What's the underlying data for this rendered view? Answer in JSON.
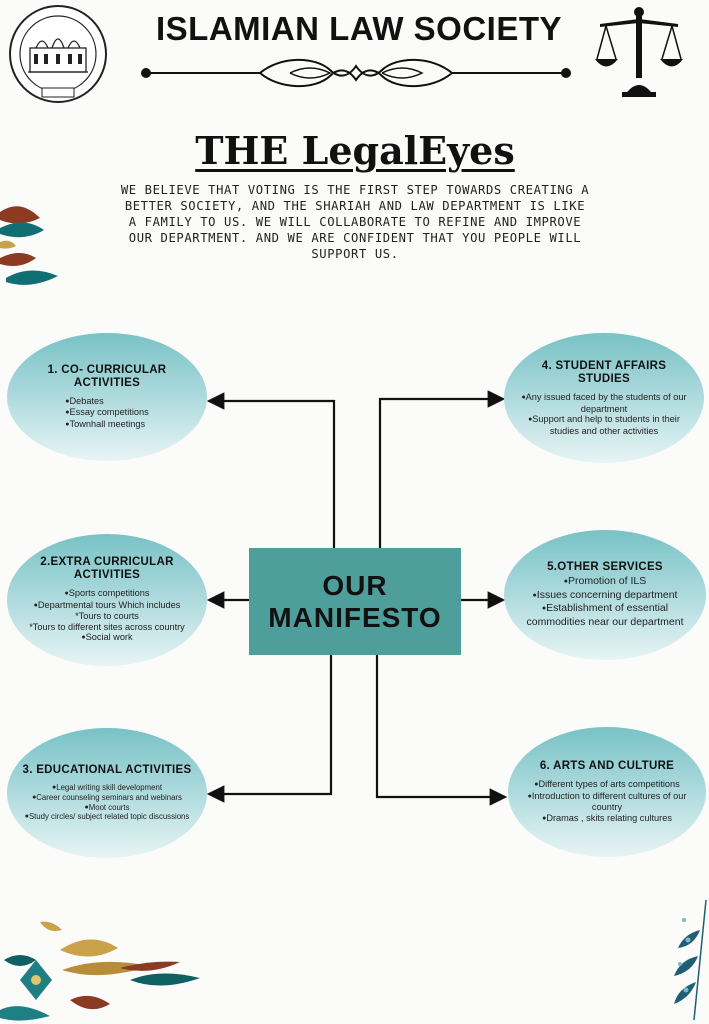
{
  "header": {
    "title": "ISLAMIAN LAW SOCIETY",
    "logo_icon": "college-emblem-icon",
    "scales_icon": "scales-of-justice-icon"
  },
  "subtitle": "THE LegalEyes",
  "intro": "WE BELIEVE THAT VOTING IS THE FIRST STEP TOWARDS CREATING A BETTER SOCIETY, AND THE SHARIAH AND LAW DEPARTMENT IS LIKE A FAMILY TO US. WE WILL COLLABORATE TO REFINE AND IMPROVE OUR DEPARTMENT. AND WE ARE CONFIDENT THAT YOU PEOPLE WILL SUPPORT US.",
  "center": "OUR\nMANIFESTO",
  "colors": {
    "center_box": "#4e9e9c",
    "ellipse_top": "#78c2c6",
    "ellipse_bottom": "#e7f4f5"
  },
  "sections": [
    {
      "heading": "1. CO- CURRICULAR ACTIVITIES",
      "items": [
        "Debates",
        "Essay competitions",
        "Townhall meetings"
      ]
    },
    {
      "heading": "2.EXTRA CURRICULAR ACTIVITIES",
      "items": [
        "Sports competitions",
        "Departmental tours Which includes",
        "*Tours to courts",
        "*Tours to different sites across country",
        "Social work"
      ]
    },
    {
      "heading": "3. EDUCATIONAL ACTIVITIES",
      "items": [
        "Legal writing skill development",
        "Career counseling seminars and webinars",
        "Moot courts",
        "Study circles/ subject related topic discussions"
      ]
    },
    {
      "heading": "4. STUDENT AFFAIRS STUDIES",
      "items": [
        "Any issued faced by the students of our department",
        "Support and help to students in their studies and other activities"
      ]
    },
    {
      "heading": "5.OTHER SERVICES",
      "items": [
        "Promotion of ILS",
        "Issues concerning department",
        "Establishment of essential commodities near our department"
      ]
    },
    {
      "heading": "6. ARTS AND CULTURE",
      "items": [
        "Different types of arts competitions",
        "Introduction to different cultures of our country",
        "Dramas , skits relating cultures"
      ]
    }
  ]
}
